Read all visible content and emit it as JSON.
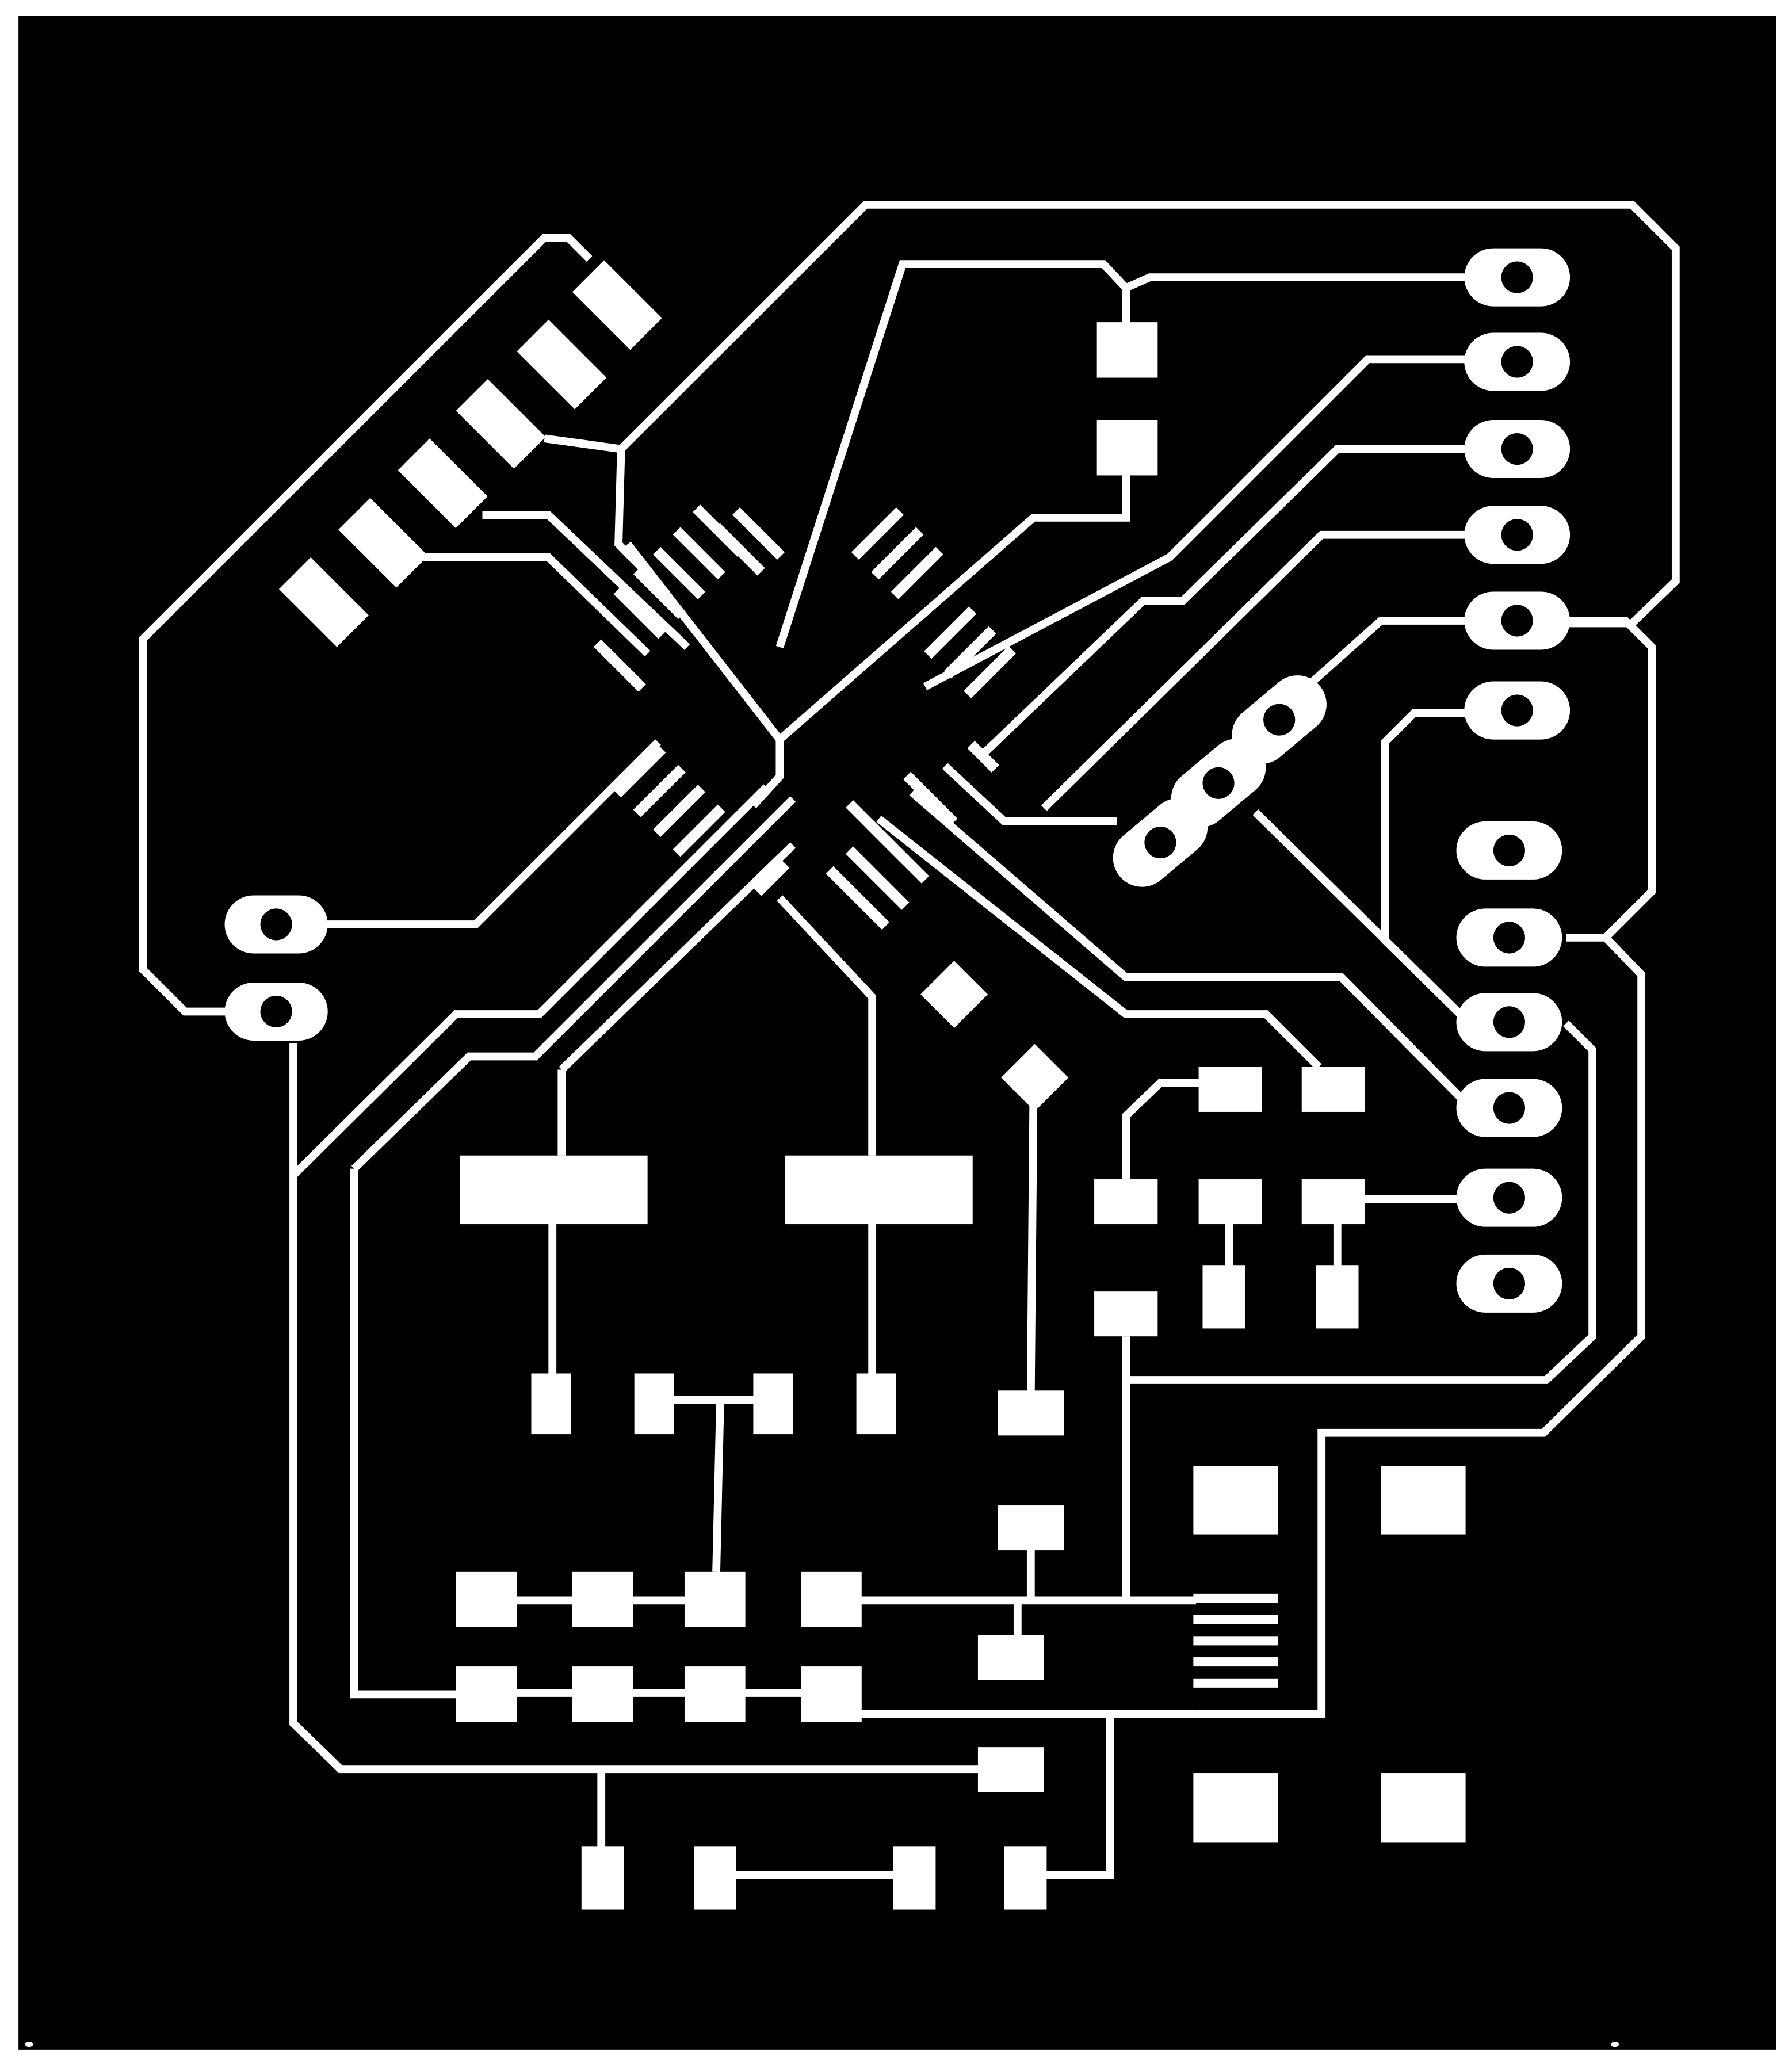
{
  "board": {
    "layer": "copper-trace-mask",
    "background_color": "#ffffff",
    "board_color": "#000000",
    "copper_color": "#ffffff",
    "text_labels": []
  },
  "components": {
    "microcontroller": {
      "package": "QFP",
      "pins_visible": 32
    },
    "header_pins_right": {
      "count": 12
    },
    "header_pins_angled": {
      "count": 3
    },
    "header_pins_left": {
      "count": 2
    },
    "smd_pads_count": 40,
    "usb_connector": {
      "pins": 5,
      "mount_pads": 4
    }
  }
}
